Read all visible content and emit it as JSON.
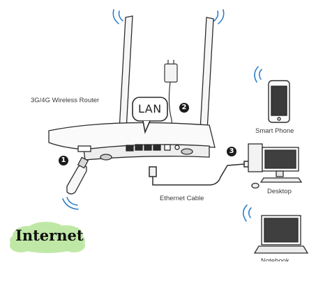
{
  "router": {
    "label": "3G/4G Wireless Router",
    "port_label": "LAN"
  },
  "steps": [
    "1",
    "2",
    "3"
  ],
  "cable": {
    "label": "Ethernet Cable"
  },
  "devices": {
    "smartphone": "Smart Phone",
    "desktop": "Desktop",
    "notebook": "Notebook"
  },
  "internet": {
    "label": "Internet"
  },
  "colors": {
    "line": "#2b2b2b",
    "wifi": "#2f7fc8",
    "cloud": "#bfe8a6",
    "step": "#1b1b1b"
  }
}
